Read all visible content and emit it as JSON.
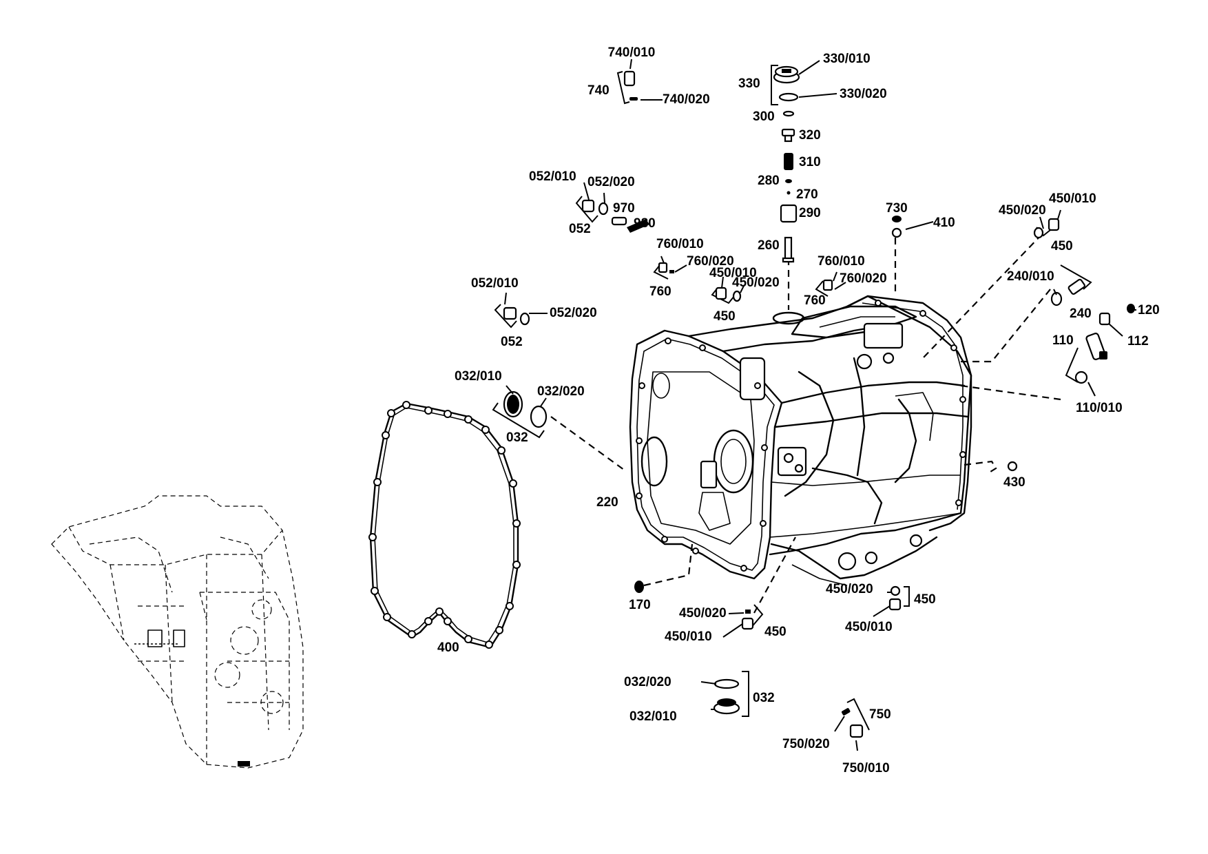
{
  "diagram": {
    "labels": [
      "740/010",
      "740",
      "740/020",
      "330/010",
      "330",
      "330/020",
      "300",
      "320",
      "310",
      "280",
      "270",
      "290",
      "260",
      "052/010",
      "052/020",
      "970",
      "980",
      "052",
      "760/010",
      "760/020",
      "760",
      "450/010",
      "450/020",
      "450",
      "730",
      "410",
      "450/020",
      "450/010",
      "450",
      "760/010",
      "760/020",
      "760",
      "052/010",
      "052/020",
      "052",
      "240/010",
      "240",
      "120",
      "110",
      "112",
      "110/010",
      "032/010",
      "032/020",
      "032",
      "220",
      "430",
      "400",
      "170",
      "450/020",
      "450",
      "450/010",
      "450/020",
      "450",
      "450/010",
      "032/020",
      "032",
      "032/010",
      "750",
      "750/020",
      "750/010"
    ]
  }
}
